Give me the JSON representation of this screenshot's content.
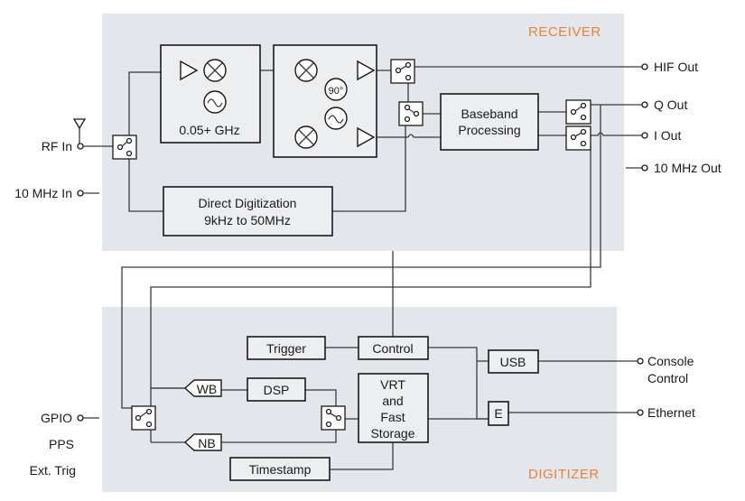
{
  "sections": {
    "receiver_title": "RECEIVER",
    "digitizer_title": "DIGITIZER"
  },
  "blocks": {
    "lo_label": "0.05+ GHz",
    "phase_label": "90°",
    "baseband_line1": "Baseband",
    "baseband_line2": "Processing",
    "direct_line1": "Direct Digitization",
    "direct_line2": "9kHz to 50MHz",
    "trigger": "Trigger",
    "control": "Control",
    "usb": "USB",
    "dsp": "DSP",
    "vrt_line1": "VRT",
    "vrt_line2": "and",
    "vrt_line3": "Fast",
    "vrt_line4": "Storage",
    "ethernet_block": "E",
    "timestamp": "Timestamp",
    "wb": "WB",
    "nb": "NB"
  },
  "ports": {
    "rf_in": "RF In",
    "ref_in": "10 MHz In",
    "hif_out": "HIF Out",
    "q_out": "Q Out",
    "i_out": "I Out",
    "ref_out": "10 MHz Out",
    "console_line1": "Console",
    "console_line2": "Control",
    "ethernet": "Ethernet",
    "gpio": "GPIO",
    "pps": "PPS",
    "ext_trig": "Ext. Trig"
  },
  "colors": {
    "section_bg": "#e3e6ea",
    "accent": "#e8843a",
    "line": "#1a1a1a"
  }
}
